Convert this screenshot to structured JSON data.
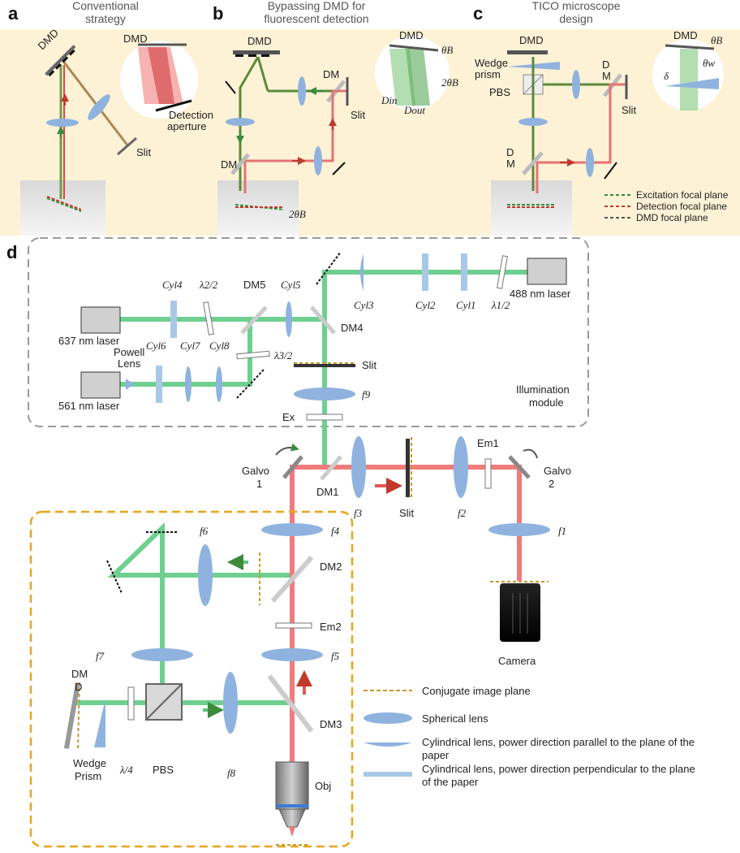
{
  "panels": {
    "a": {
      "letter": "a",
      "title_line1": "Conventional",
      "title_line2": "strategy",
      "dmd": "DMD",
      "inset_dmd": "DMD",
      "detection_line1": "Detection",
      "detection_line2": "aperture",
      "slit": "Slit"
    },
    "b": {
      "letter": "b",
      "title_line1": "Bypassing DMD for",
      "title_line2": "fluorescent detection",
      "dmd": "DMD",
      "dm_top": "DM",
      "dm_bottom": "DM",
      "slit": "Slit",
      "inset_dmd": "DMD",
      "theta_b": "θB",
      "two_theta_b": "2θB",
      "d_in": "Din",
      "d_out": "Dout",
      "sample_angle": "2θB"
    },
    "c": {
      "letter": "c",
      "title_line1": "TICO microscope",
      "title_line2": "design",
      "dmd": "DMD",
      "wedge_line1": "Wedge",
      "wedge_line2": "prism",
      "pbs": "PBS",
      "dm_right_1": "D",
      "dm_right_2": "M",
      "dm_left_1": "D",
      "dm_left_2": "M",
      "slit": "Slit",
      "inset_dmd": "DMD",
      "theta_b": "θB",
      "theta_w": "θw",
      "delta": "δ"
    },
    "legend_top": {
      "items": [
        {
          "label": "Excitation focal plane",
          "color": "#3d8a3d"
        },
        {
          "label": "Detection focal plane",
          "color": "#c0392b"
        },
        {
          "label": "DMD focal plane",
          "color": "#555555"
        }
      ]
    }
  },
  "panel_d": {
    "letter": "d",
    "illumination": {
      "title_line1": "Illumination",
      "title_line2": "module",
      "laser_488": "488 nm laser",
      "laser_637": "637 nm laser",
      "laser_561": "561 nm laser",
      "cyl1": "Cyl1",
      "cyl2": "Cyl2",
      "cyl3": "Cyl3",
      "cyl4": "Cyl4",
      "cyl5": "Cyl5",
      "cyl6": "Cyl6",
      "cyl7": "Cyl7",
      "cyl8": "Cyl8",
      "half1": "λ1/2",
      "half2": "λ2/2",
      "half3": "λ3/2",
      "dm5": "DM5",
      "dm4": "DM4",
      "powell_line1": "Powell",
      "powell_line2": "Lens",
      "slit": "Slit",
      "f9": "f9",
      "ex": "Ex"
    },
    "detection": {
      "galvo1_line1": "Galvo",
      "galvo1_line2": "1",
      "dm1": "DM1",
      "f3": "f3",
      "slit": "Slit",
      "f2": "f2",
      "em1": "Em1",
      "galvo2_line1": "Galvo",
      "galvo2_line2": "2",
      "f1": "f1",
      "camera": "Camera"
    },
    "dmd_module": {
      "f4": "f4",
      "f6": "f6",
      "dm2": "DM2",
      "em2": "Em2",
      "f7": "f7",
      "f5": "f5",
      "dmd_line1": "DM",
      "dmd_line2": "D",
      "wedge_line1": "Wedge",
      "wedge_line2": "Prism",
      "quarter": "λ/4",
      "pbs": "PBS",
      "f8": "f8",
      "dm3": "DM3",
      "obj": "Obj"
    },
    "legend": {
      "items": [
        {
          "label": "Conjugate image plane",
          "symbol": "dashed-line"
        },
        {
          "label": "Spherical lens",
          "symbol": "ellipse"
        },
        {
          "label": "Cylindrical lens, power direction parallel to the plane of the paper",
          "label_line1": "Cylindrical lens, power direction parallel to the plane of the",
          "label_line2": "paper",
          "symbol": "half-ellipse"
        },
        {
          "label": "Cylindrical lens, power direction perpendicular to the plane of the paper",
          "label_line1": "Cylindrical lens, power direction perpendicular to the plane",
          "label_line2": "of the paper",
          "symbol": "bar"
        }
      ]
    }
  },
  "colors": {
    "excitation": "#6fcf8f",
    "emission": "#f07b7b",
    "lens": "#8fb3de",
    "banner": "#fdf2d6",
    "module_border": "#e8a61b",
    "illum_border": "#9a9a9a"
  }
}
